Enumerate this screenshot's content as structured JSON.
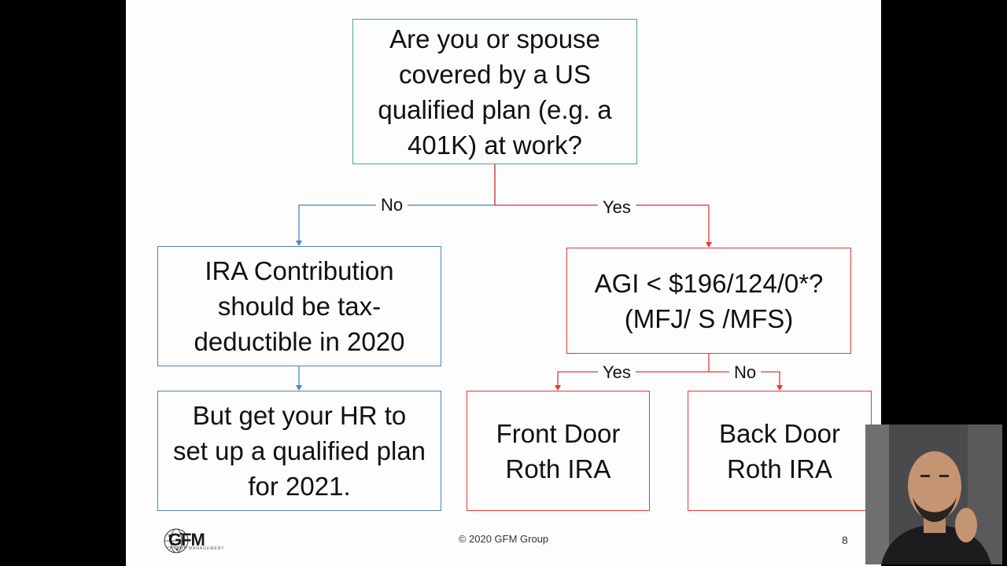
{
  "flowchart": {
    "question": "Are you or spouse covered by a US qualified plan (e.g. a 401K) at work?",
    "no_label": "No",
    "yes_label": "Yes",
    "ira_box": "IRA Contribution should be tax-deductible in 2020",
    "hr_box": "But get your HR to set up a qualified plan for 2021.",
    "agi_box_line1": "AGI < $196/124/0*?",
    "agi_box_line2": "(MFJ/ S /MFS)",
    "agi_yes_label": "Yes",
    "agi_no_label": "No",
    "front_door": "Front Door Roth IRA",
    "back_door": "Back Door Roth IRA"
  },
  "footer": {
    "copyright": "© 2020 GFM Group",
    "page_number": "8",
    "logo_text": "GFM",
    "logo_subtext": "ASSET MANAGEMENT"
  },
  "colors": {
    "green": "#3cb371",
    "blue": "#4a86b8",
    "red": "#e23a3a"
  }
}
